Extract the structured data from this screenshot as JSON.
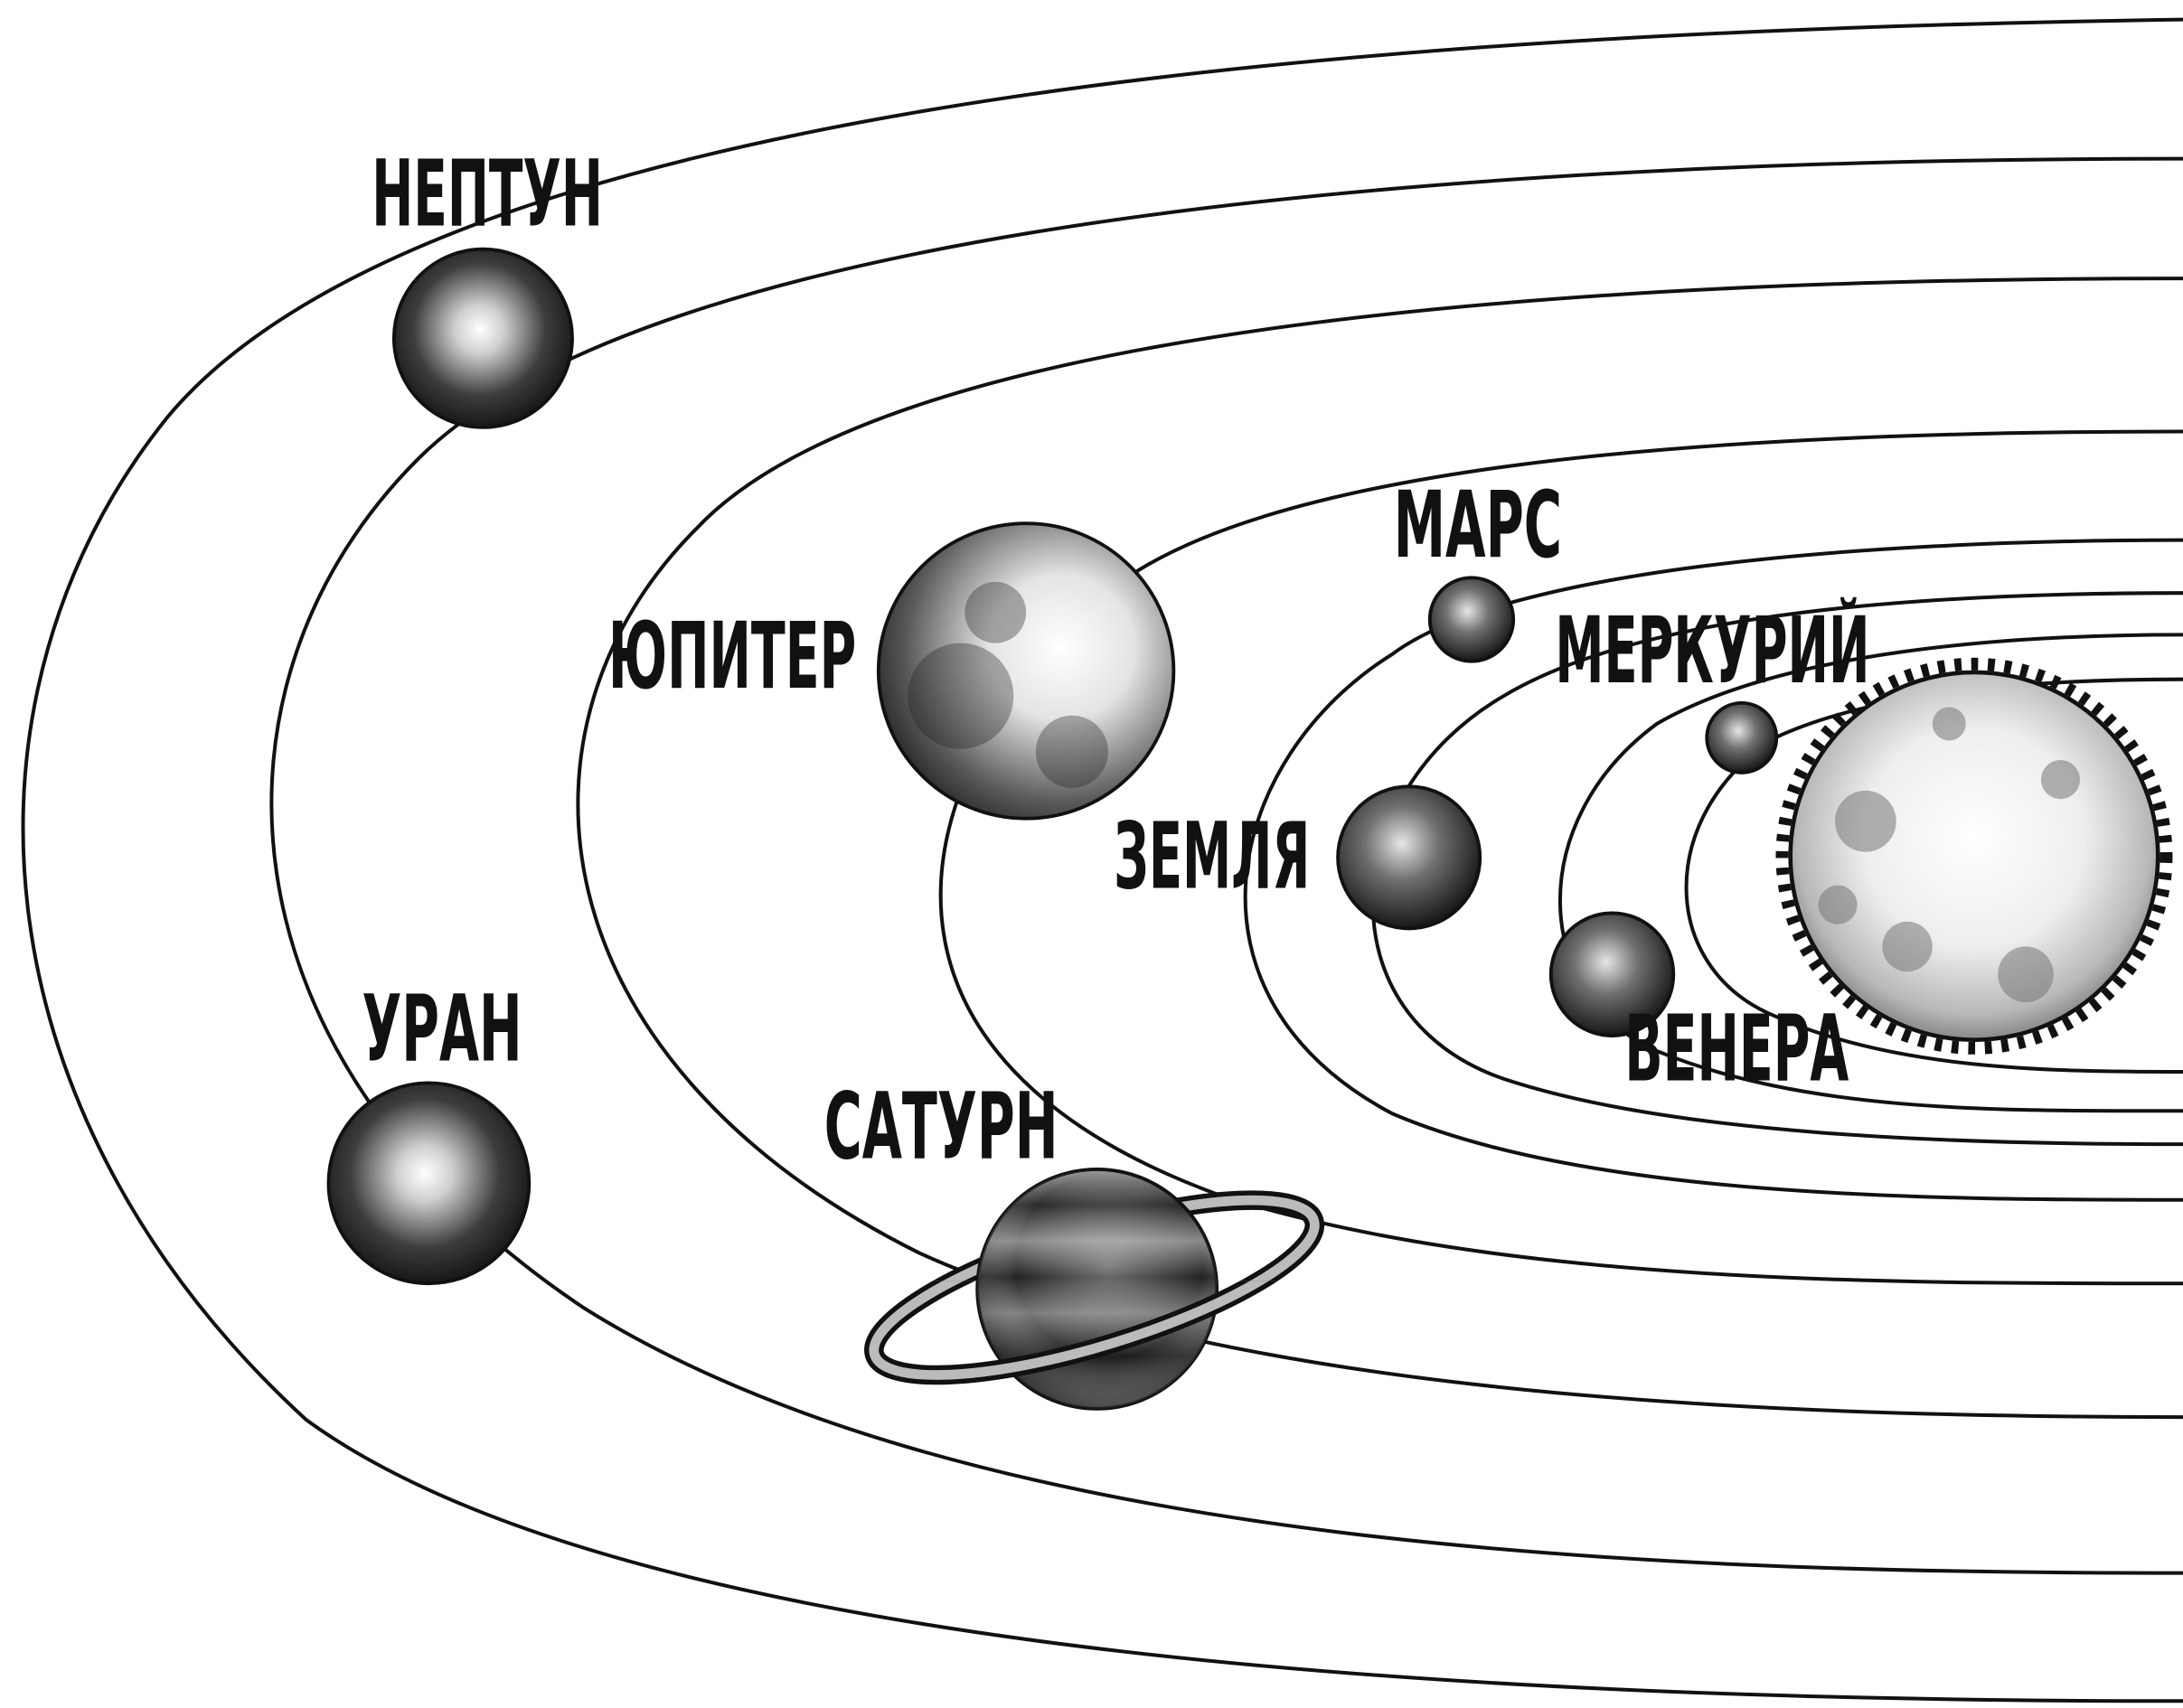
{
  "diagram": {
    "labels": {
      "neptune": "НЕПТУН",
      "uranus": "УРАН",
      "saturn": "САТУРН",
      "jupiter": "ЮПИТЕР",
      "mars": "МАРС",
      "earth": "ЗЕМЛЯ",
      "venus": "ВЕНЕРА",
      "mercury": "МЕРКУРИЙ"
    }
  }
}
